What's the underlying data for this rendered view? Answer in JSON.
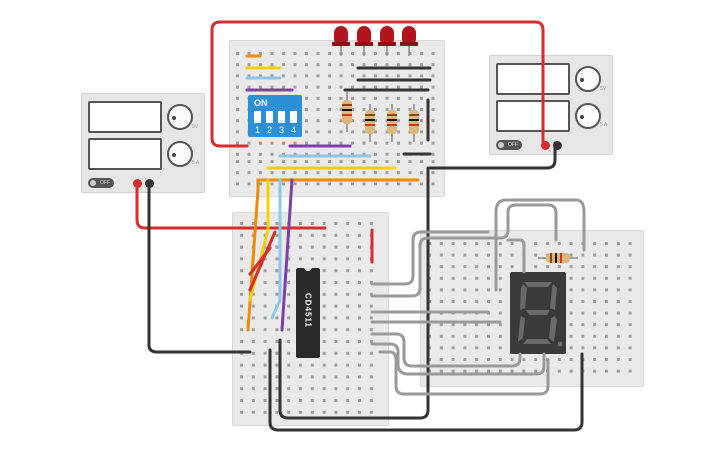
{
  "power_supply_left": {
    "label_volts": "5V",
    "label_current": "5 A",
    "off_label": "OFF"
  },
  "power_supply_right": {
    "label_volts": "5V",
    "label_current": "5 A",
    "off_label": "OFF"
  },
  "dip_switch": {
    "on_label": "ON",
    "numbers": [
      "1",
      "2",
      "3",
      "4"
    ]
  },
  "ic": {
    "label": "CD4511"
  },
  "colors": {
    "red_wire": "#d62d2d",
    "black_wire": "#333333",
    "orange_wire": "#f08a00",
    "yellow_wire": "#f5d000",
    "blue_wire": "#8ec8e8",
    "purple_wire": "#7e3fa8",
    "gray_wire": "#9a9a9a",
    "led": "#b0141c",
    "dip": "#2d8fd6"
  }
}
